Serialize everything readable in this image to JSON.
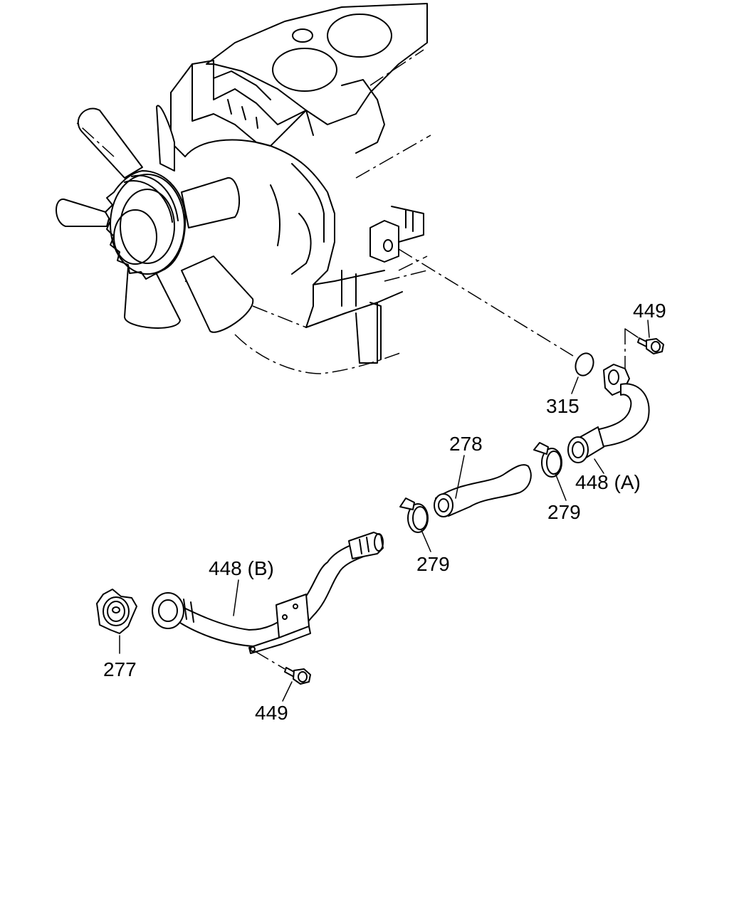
{
  "callouts": {
    "bolt_top": "449",
    "o_ring": "315",
    "pipe_a": "448 (A)",
    "hose": "278",
    "clamp_right": "279",
    "clamp_left": "279",
    "pipe_b": "448 (B)",
    "cap": "277",
    "bolt_bottom": "449"
  }
}
